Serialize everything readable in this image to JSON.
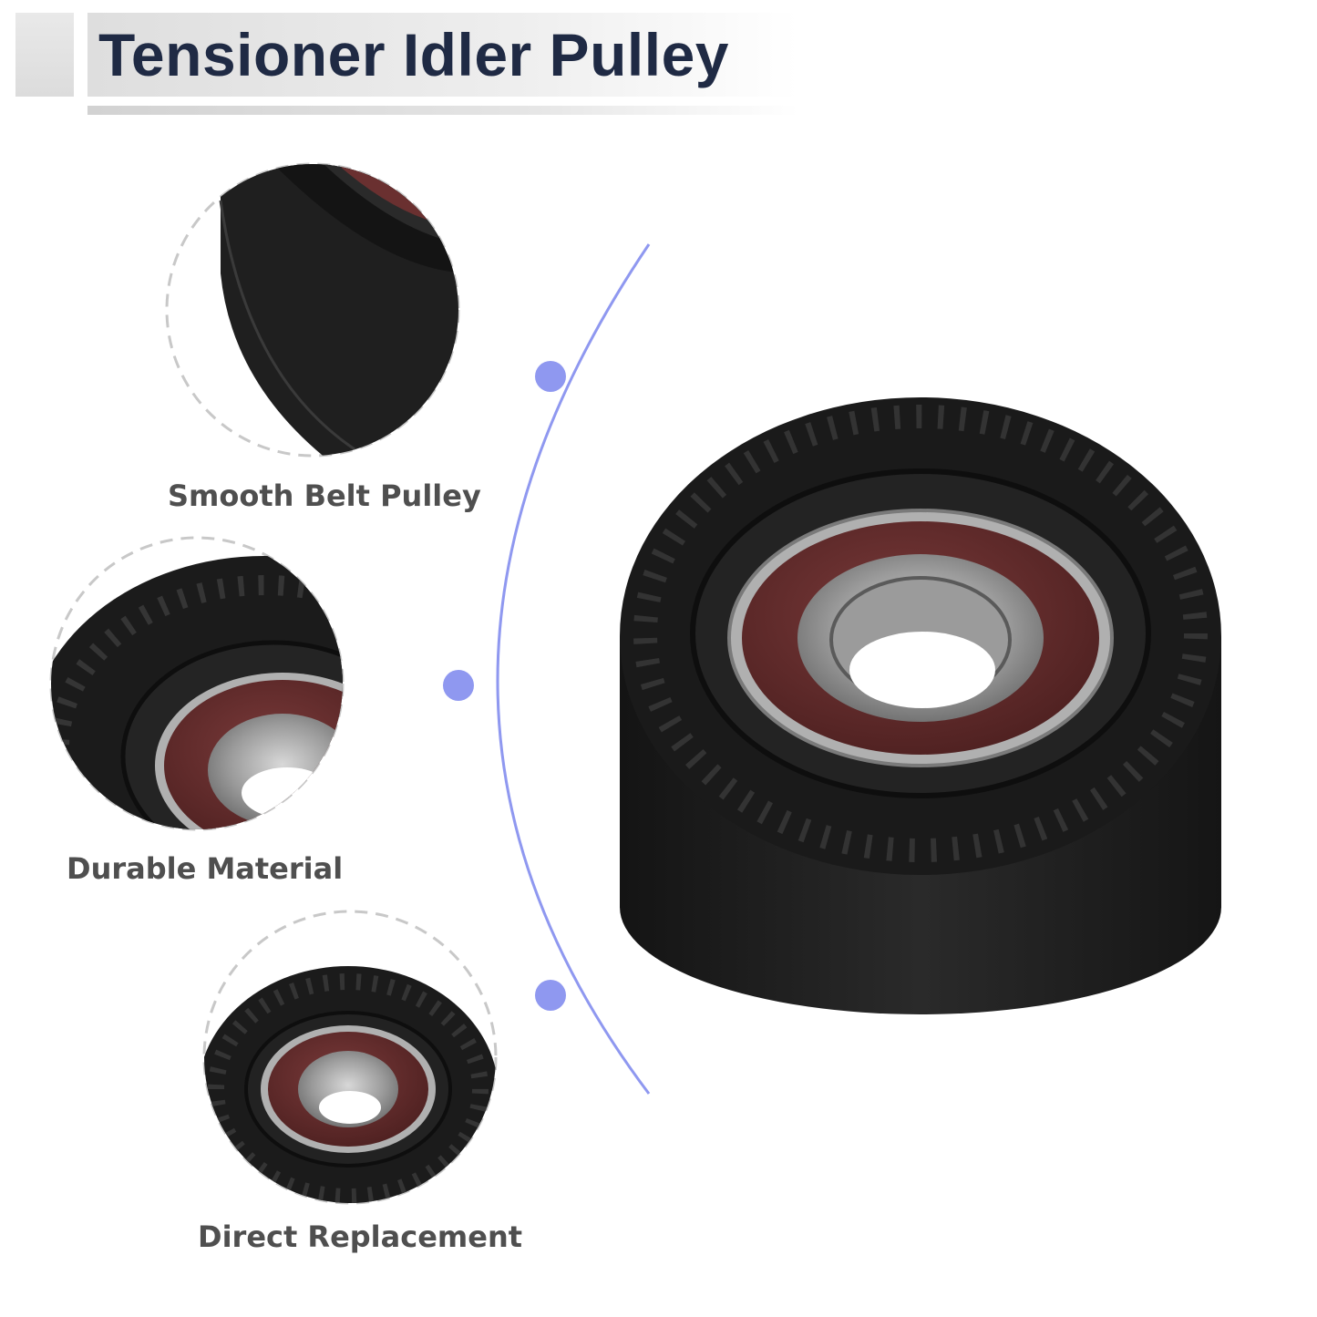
{
  "title": "Tensioner Idler Pulley",
  "features": [
    {
      "label": "Smooth Belt Pulley"
    },
    {
      "label": "Durable Material"
    },
    {
      "label": "Direct Replacement"
    }
  ],
  "colors": {
    "title_text": "#1f2a44",
    "accent": "#8f98f0",
    "label_text": "#4f4f4f",
    "pulley_body": "#1c1c1c",
    "bearing_seal": "#5c2a2a"
  }
}
